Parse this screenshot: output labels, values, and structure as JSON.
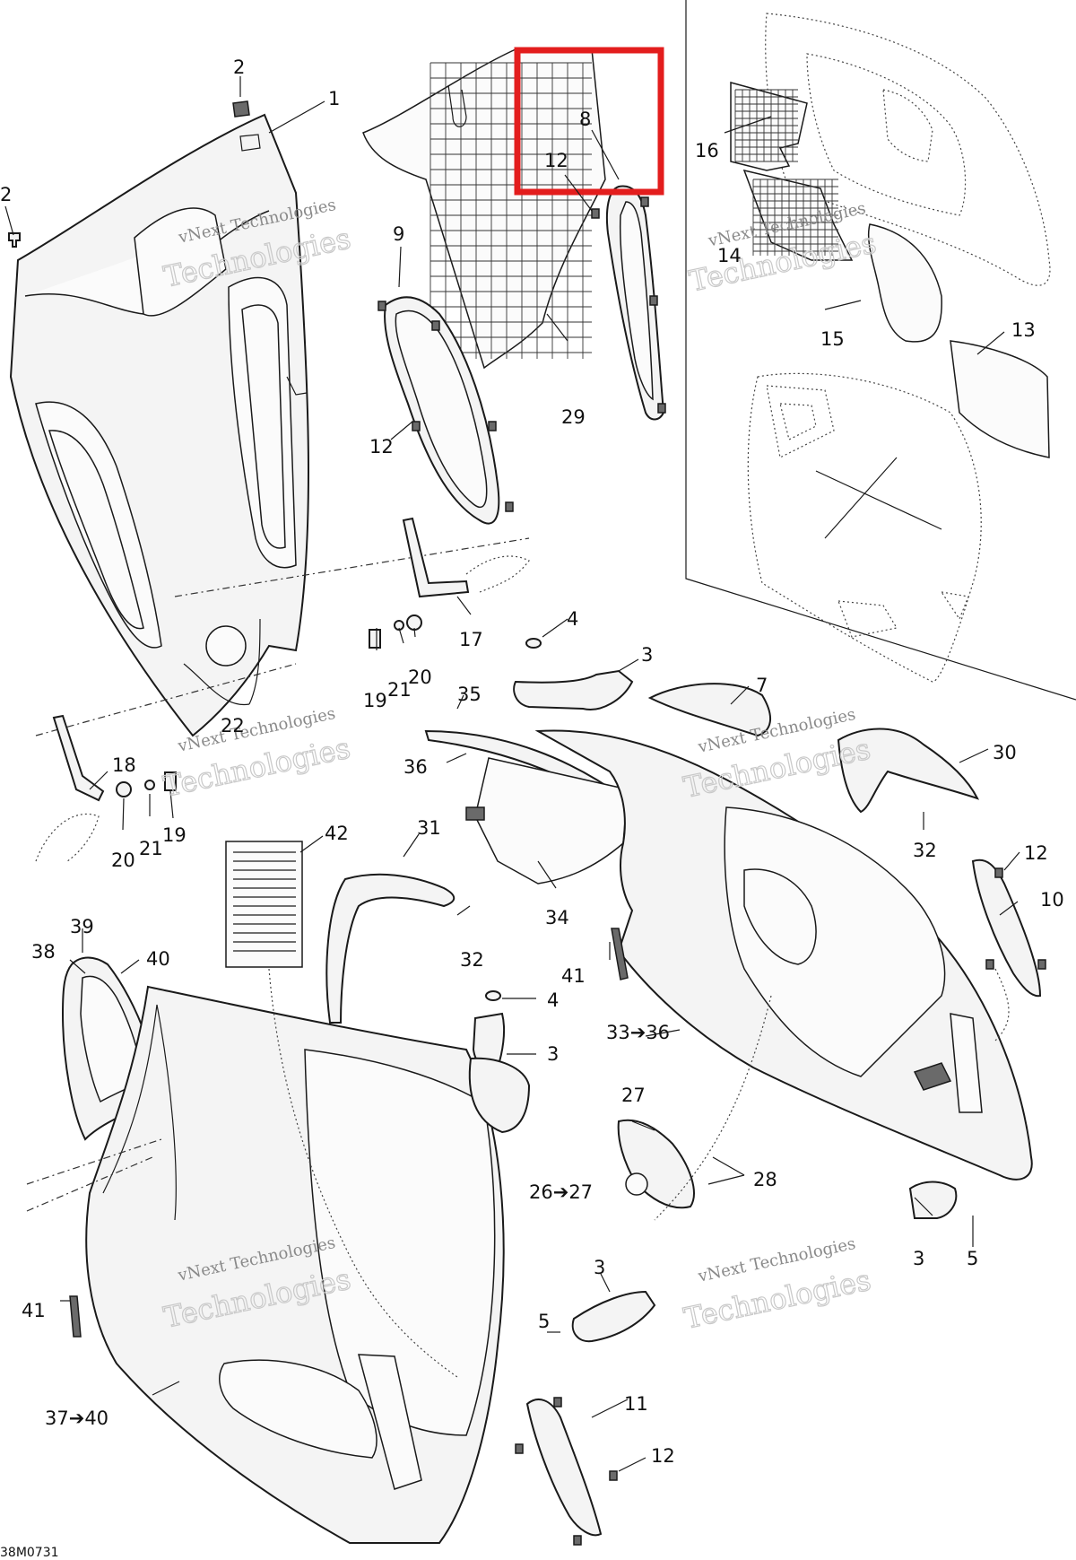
{
  "diagram": {
    "code": "38M0731",
    "highlight_color": "#e31d1d",
    "watermark": {
      "line1": "vNext Technologies",
      "line2": "Technologies"
    },
    "callouts": [
      {
        "id": "c1",
        "text": "1"
      },
      {
        "id": "c2a",
        "text": "2"
      },
      {
        "id": "c2b",
        "text": "2"
      },
      {
        "id": "c9",
        "text": "9"
      },
      {
        "id": "c12a",
        "text": "12"
      },
      {
        "id": "c29",
        "text": "29"
      },
      {
        "id": "c8",
        "text": "8"
      },
      {
        "id": "c12b",
        "text": "12"
      },
      {
        "id": "c16",
        "text": "16"
      },
      {
        "id": "c14",
        "text": "14"
      },
      {
        "id": "c15",
        "text": "15"
      },
      {
        "id": "c13",
        "text": "13"
      },
      {
        "id": "c17",
        "text": "17"
      },
      {
        "id": "c19a",
        "text": "19"
      },
      {
        "id": "c21a",
        "text": "21"
      },
      {
        "id": "c20a",
        "text": "20"
      },
      {
        "id": "c22",
        "text": "22"
      },
      {
        "id": "c18",
        "text": "18"
      },
      {
        "id": "c20b",
        "text": "20"
      },
      {
        "id": "c21b",
        "text": "21"
      },
      {
        "id": "c19b",
        "text": "19"
      },
      {
        "id": "c4a",
        "text": "4"
      },
      {
        "id": "c3a",
        "text": "3"
      },
      {
        "id": "c35",
        "text": "35"
      },
      {
        "id": "c36",
        "text": "36"
      },
      {
        "id": "c7",
        "text": "7"
      },
      {
        "id": "c30",
        "text": "30"
      },
      {
        "id": "c32a",
        "text": "32"
      },
      {
        "id": "c12c",
        "text": "12"
      },
      {
        "id": "c10",
        "text": "10"
      },
      {
        "id": "c42",
        "text": "42"
      },
      {
        "id": "c31",
        "text": "31"
      },
      {
        "id": "c34",
        "text": "34"
      },
      {
        "id": "c32b",
        "text": "32"
      },
      {
        "id": "c41a",
        "text": "41"
      },
      {
        "id": "c39",
        "text": "39"
      },
      {
        "id": "c38",
        "text": "38"
      },
      {
        "id": "c40",
        "text": "40"
      },
      {
        "id": "c4b",
        "text": "4"
      },
      {
        "id": "c3b",
        "text": "3"
      },
      {
        "id": "c33",
        "text": "33➔36"
      },
      {
        "id": "c27",
        "text": "27"
      },
      {
        "id": "c28",
        "text": "28"
      },
      {
        "id": "c26",
        "text": "26➔27"
      },
      {
        "id": "c3c",
        "text": "3"
      },
      {
        "id": "c5a",
        "text": "5"
      },
      {
        "id": "c3d",
        "text": "3"
      },
      {
        "id": "c5b",
        "text": "5"
      },
      {
        "id": "c41b",
        "text": "41"
      },
      {
        "id": "c37",
        "text": "37➔40"
      },
      {
        "id": "c11",
        "text": "11"
      },
      {
        "id": "c12d",
        "text": "12"
      }
    ]
  }
}
